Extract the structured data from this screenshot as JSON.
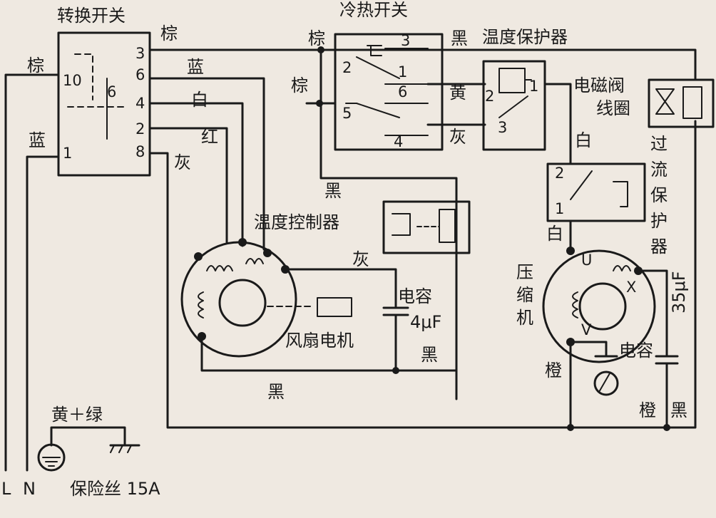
{
  "labels": {
    "switch_title": "转换开关",
    "cooling_switch_title": "冷热开关",
    "temp_protector": "温度保护器",
    "solenoid_valve_coil": "电磁阀线圈",
    "overcurrent_protector": "过流保护器",
    "temp_controller": "温度控制器",
    "fan_motor": "风扇电机",
    "compressor": "压缩机",
    "capacitor": "电容",
    "fan_cap_value": "4μF",
    "comp_cap_value": "35μF",
    "ground_wire": "黄＋绿",
    "fuse": "保险丝 15A",
    "line_L": "L",
    "line_N": "N"
  },
  "colors": {
    "brown": "棕",
    "blue": "蓝",
    "white": "白",
    "red": "红",
    "gray": "灰",
    "black": "黑",
    "yellow": "黄",
    "orange": "橙"
  },
  "terminals": {
    "switch": [
      "10",
      "1",
      "6",
      "3",
      "6",
      "4",
      "2",
      "8"
    ],
    "cooling": [
      "3",
      "2",
      "1",
      "6",
      "5",
      "4"
    ],
    "protector": [
      "2",
      "1",
      "3"
    ],
    "overcurrent": [
      "2",
      "1"
    ],
    "compressor": [
      "U",
      "X",
      "V"
    ]
  }
}
